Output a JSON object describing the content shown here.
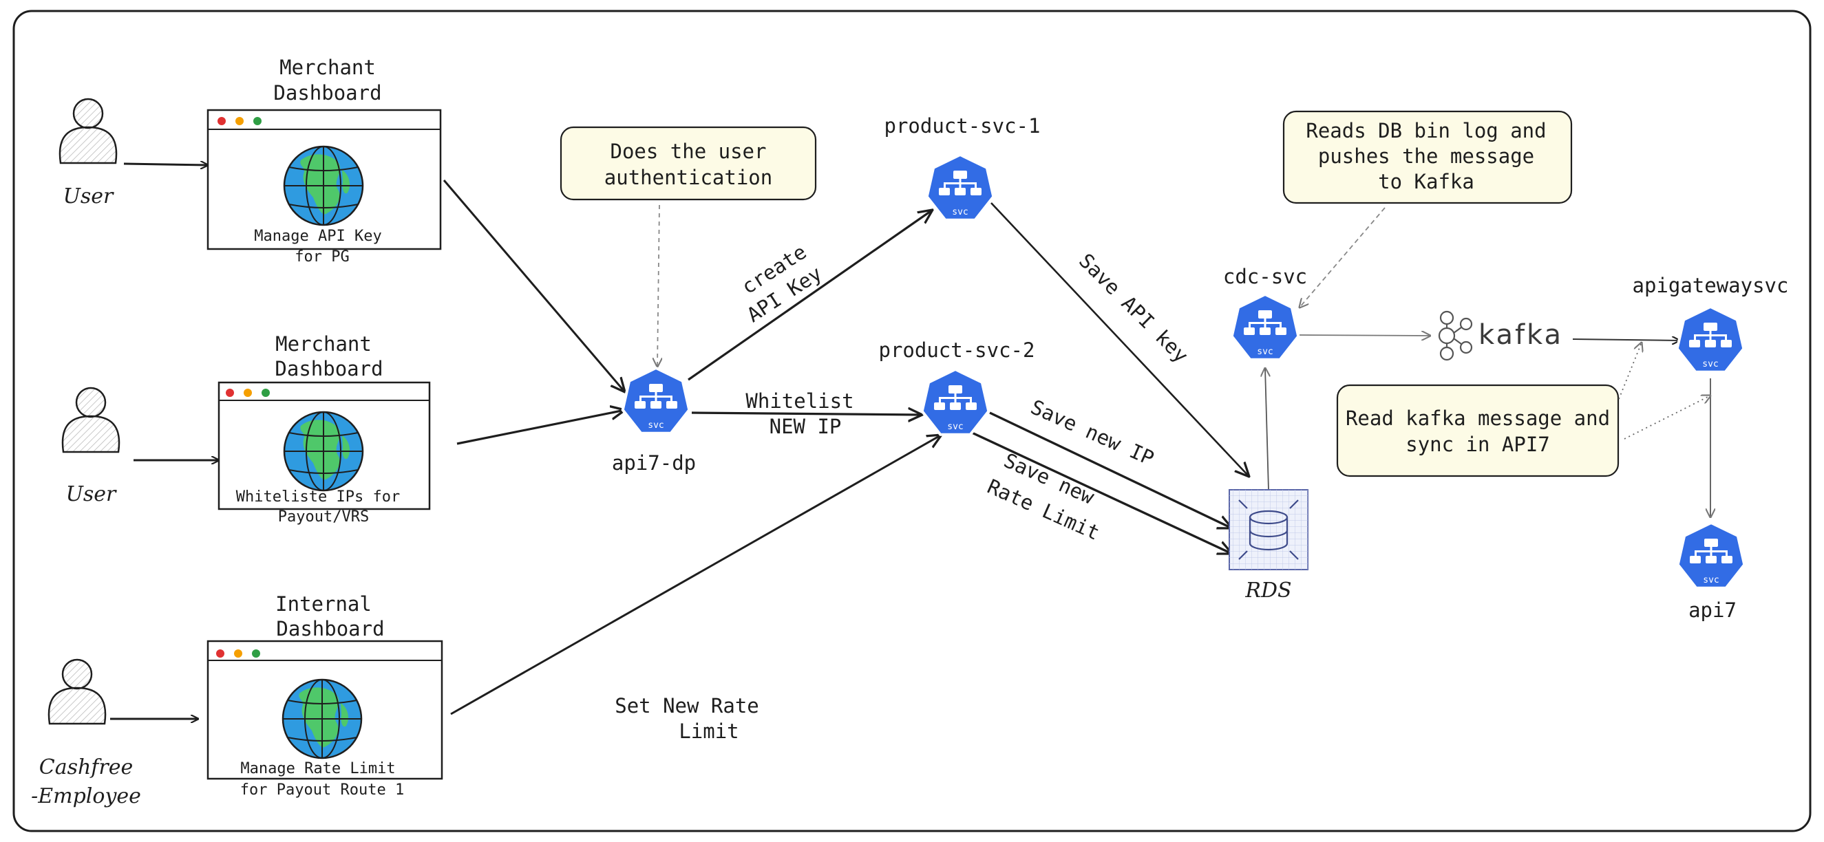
{
  "actors": {
    "user1": "User",
    "user2": "User",
    "employee_line1": "Cashfree",
    "employee_line2": "-Employee"
  },
  "dashboards": {
    "d1_title_1": "Merchant",
    "d1_title_2": "Dashboard",
    "d1_caption_1": "Manage API Key",
    "d1_caption_2": "for PG",
    "d2_title_1": "Merchant",
    "d2_title_2": "Dashboard",
    "d2_caption_1": "Whiteliste IPs for",
    "d2_caption_2": "Payout/VRS",
    "d3_title_1": "Internal",
    "d3_title_2": "Dashboard",
    "d3_caption_1": "Manage Rate Limit",
    "d3_caption_2": "for Payout Route 1"
  },
  "notes": {
    "auth_1": "Does the user",
    "auth_2": "authentication",
    "cdc_1": "Reads DB bin log and",
    "cdc_2": "pushes the message",
    "cdc_3": "to Kafka",
    "sync_1": "Read kafka message and",
    "sync_2": "sync in API7"
  },
  "services": {
    "api7dp": "api7-dp",
    "ps1": "product-svc-1",
    "ps2": "product-svc-2",
    "cdc": "cdc-svc",
    "apigw": "apigatewaysvc",
    "api7": "api7",
    "rds": "RDS",
    "kafka": "kafka",
    "icon_text": "svc"
  },
  "edges": {
    "create_1": "create",
    "create_2": "API Key",
    "whitelist_1": "Whitelist",
    "whitelist_2": "NEW IP",
    "save_api_key": "Save API key",
    "save_ip": "Save new IP",
    "save_rate_1": "Save new",
    "save_rate_2": "Rate Limit",
    "set_rate_1": "Set New Rate",
    "set_rate_2": "Limit"
  },
  "colors": {
    "svc_blue": "#326ce5",
    "note_fill": "#fdfbe6",
    "globe_blue": "#2f9be0",
    "globe_green": "#4fc86a",
    "dot_red": "#e03131",
    "dot_yellow": "#f59f00",
    "dot_green": "#2f9e44"
  }
}
